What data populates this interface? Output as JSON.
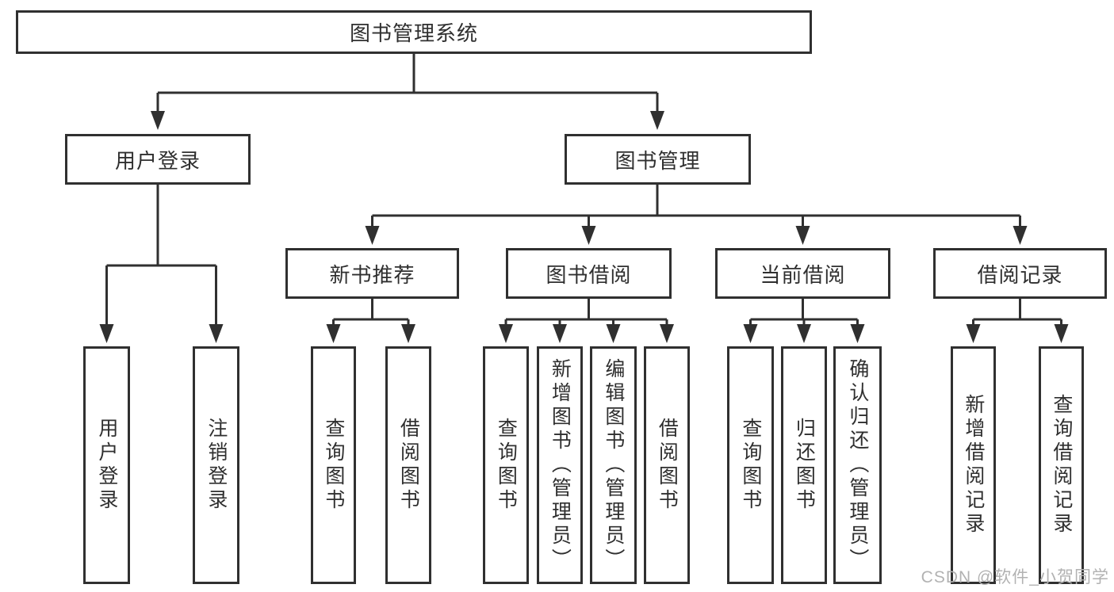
{
  "diagram": {
    "root": {
      "label": "图书管理系统"
    },
    "level2": [
      {
        "label": "用户登录"
      },
      {
        "label": "图书管理"
      }
    ],
    "level3": [
      {
        "label": "新书推荐"
      },
      {
        "label": "图书借阅"
      },
      {
        "label": "当前借阅"
      },
      {
        "label": "借阅记录"
      }
    ],
    "leaves": {
      "user_login": [
        {
          "label": "用户登录"
        },
        {
          "label": "注销登录"
        }
      ],
      "new_book": [
        {
          "label": "查询图书"
        },
        {
          "label": "借阅图书"
        }
      ],
      "book_borrow": [
        {
          "label": "查询图书"
        },
        {
          "label": "新增图书（管理员）"
        },
        {
          "label": "编辑图书（管理员）"
        },
        {
          "label": "借阅图书"
        }
      ],
      "current_borrow": [
        {
          "label": "查询图书"
        },
        {
          "label": "归还图书"
        },
        {
          "label": "确认归还（管理员）"
        }
      ],
      "borrow_records": [
        {
          "label": "新增借阅记录"
        },
        {
          "label": "查询借阅记录"
        }
      ]
    },
    "watermark": "CSDN @软件_小贺同学",
    "colors": {
      "line": "#303030",
      "text": "#2f2f2f",
      "box_background": "#ffffff",
      "watermark": "#b2b2b2",
      "background": "#ffffff"
    }
  }
}
